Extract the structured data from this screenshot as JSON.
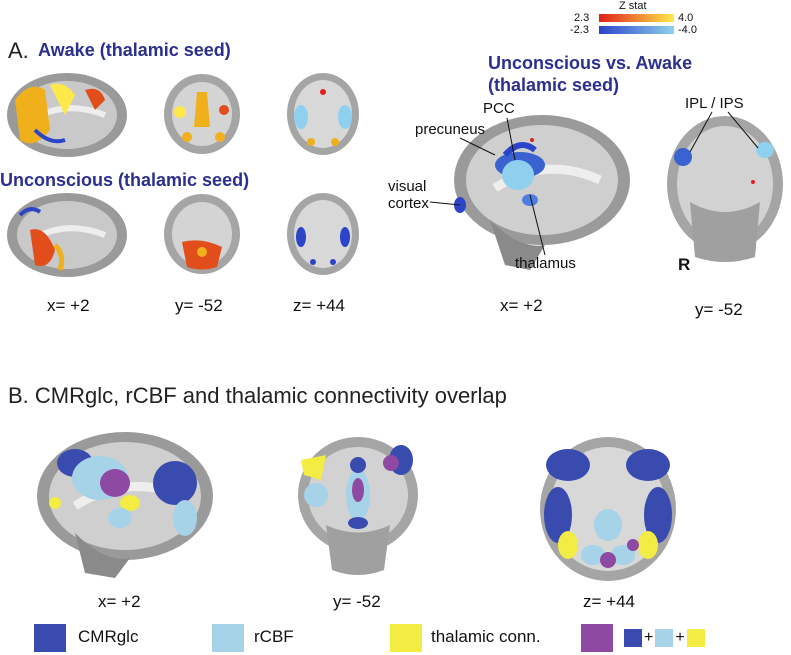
{
  "panel_a": {
    "label": "A.",
    "title_awake": "Awake (thalamic seed)",
    "title_unconscious": "Unconscious (thalamic seed)",
    "title_contrast": "Unconscious vs. Awake (thalamic seed)",
    "title_contrast_line1": "Unconscious vs. Awake",
    "title_contrast_line2": "(thalamic seed)",
    "coords": [
      "x= +2",
      "y= -52",
      "z= +44"
    ],
    "contrast_coords": [
      "x= +2",
      "y= -52"
    ],
    "annotations": [
      "PCC",
      "precuneus",
      "visual",
      "cortex",
      "thalamus",
      "IPL / IPS"
    ],
    "orientation_marker": "R"
  },
  "colorbar": {
    "title": "Z stat",
    "pos_min": "2.3",
    "pos_max": "4.0",
    "neg_min": "-2.3",
    "neg_max": "-4.0",
    "pos_colors": [
      "#e0201b",
      "#ffe94a"
    ],
    "neg_colors": [
      "#2b44c8",
      "#8fd0ee"
    ]
  },
  "panel_b": {
    "label": "B.",
    "title": "CMRglc, rCBF and thalamic connectivity overlap",
    "coords": [
      "x= +2",
      "y= -52",
      "z= +44"
    ]
  },
  "legend": {
    "items": [
      {
        "label": "CMRglc",
        "color": "#3a4bb0"
      },
      {
        "label": "rCBF",
        "color": "#a6d3e8"
      },
      {
        "label": "thalamic conn.",
        "color": "#f2ec43"
      },
      {
        "label": "",
        "color": "#8e49a3"
      }
    ],
    "combo_plus": "+"
  }
}
